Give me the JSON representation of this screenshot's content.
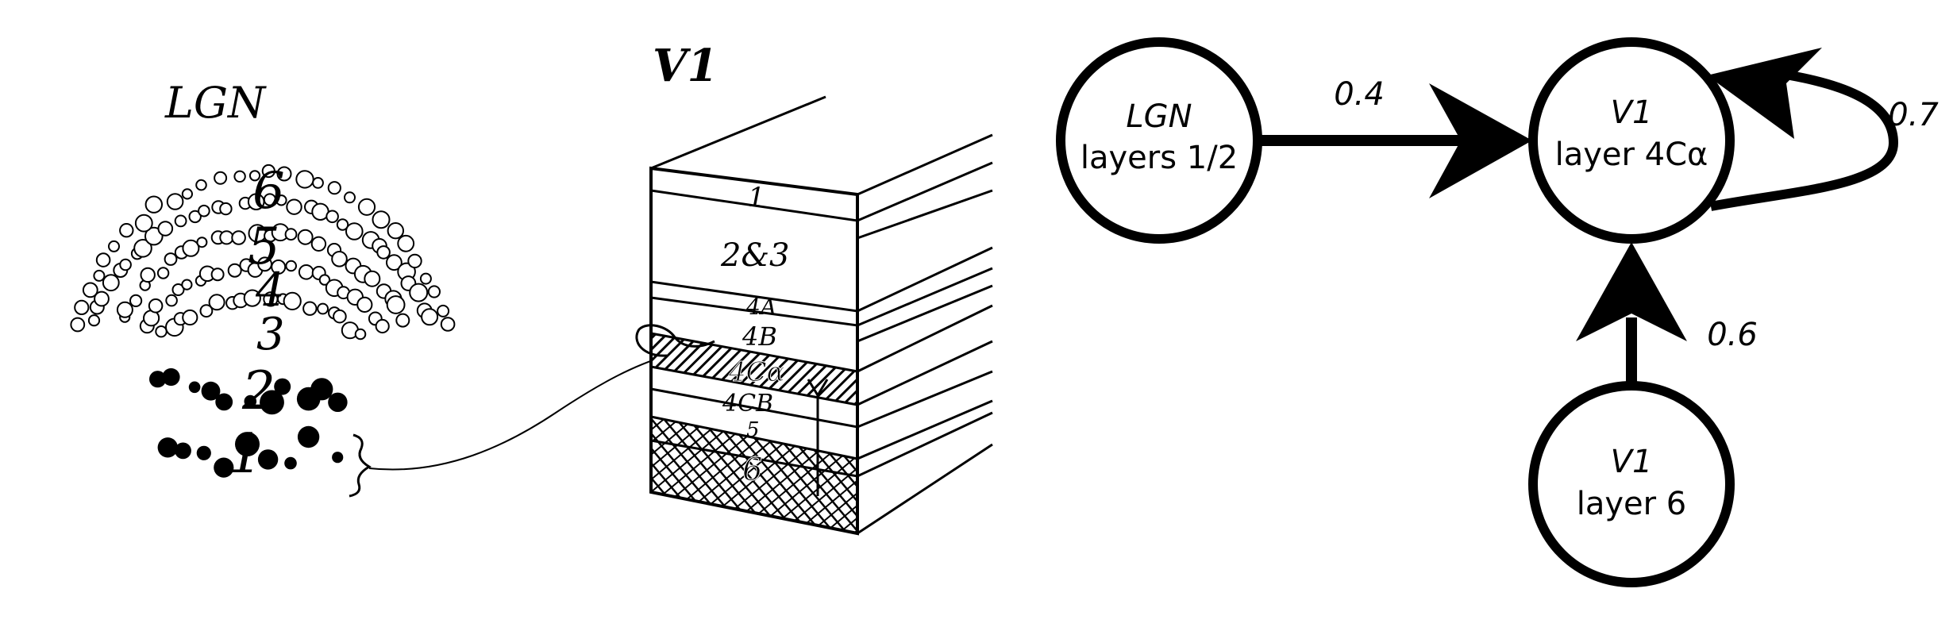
{
  "left": {
    "lgn_title": "LGN",
    "v1_title": "V1",
    "lgn_layer_numbers": [
      "6",
      "5",
      "4",
      "3",
      "2",
      "1"
    ],
    "v1_layers": [
      "1",
      "2&3",
      "4A",
      "4B",
      "4Cα",
      "4CB",
      "5",
      "6"
    ]
  },
  "graph": {
    "nodes": {
      "lgn": {
        "line1": "LGN",
        "line2": "layers 1/2"
      },
      "v1_4ca": {
        "line1": "V1",
        "line2": "layer 4Cα"
      },
      "v1_6": {
        "line1": "V1",
        "line2": "layer 6"
      }
    },
    "edges": {
      "lgn_to_4ca": "0.4",
      "self_4ca": "0.7",
      "l6_to_4ca": "0.6"
    }
  },
  "colors": {
    "ink": "#000000",
    "background": "#ffffff"
  }
}
